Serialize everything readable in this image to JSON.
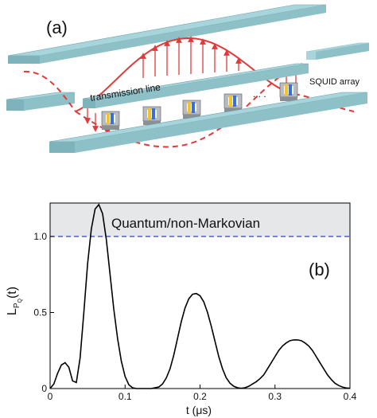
{
  "panel_a": {
    "label": "(a)",
    "label_transmission": "transmission line",
    "label_squid": "SQUID array",
    "dots": ". . .",
    "colors": {
      "bar_top": "#a8d4db",
      "bar_side": "#7fb3bb",
      "field": "#e23a3a",
      "squid_gray": "#8a8f94",
      "squid_yellow": "#f1c232",
      "squid_blue": "#3b6fd1"
    }
  },
  "panel_b": {
    "label": "(b)",
    "region_label": "Quantum/non-Markovian",
    "colors": {
      "curve": "#000000",
      "threshold": "#2a3fcc",
      "region": "#e6e7e9"
    }
  },
  "chart_data": {
    "type": "line",
    "title": "",
    "xlabel": "t (μs)",
    "ylabel": "L_PQ(t)",
    "xlim": [
      0,
      0.4
    ],
    "ylim": [
      0,
      1.22
    ],
    "xticks": [
      0,
      0.1,
      0.2,
      0.3,
      0.4
    ],
    "xtick_labels": [
      "0",
      "0.1",
      "0.2",
      "0.3",
      "0.4"
    ],
    "yticks": [
      0,
      0.5,
      1.0
    ],
    "ytick_labels": [
      "0",
      "0.5",
      "1.0"
    ],
    "threshold": 1.0,
    "shaded_region": [
      1.0,
      1.22
    ],
    "grid": false,
    "series": [
      {
        "x": [
          0,
          0.005,
          0.01,
          0.015,
          0.02,
          0.025,
          0.03,
          0.035,
          0.04,
          0.045,
          0.05,
          0.055,
          0.06,
          0.065,
          0.07,
          0.075,
          0.08,
          0.085,
          0.09,
          0.095,
          0.1,
          0.105,
          0.11,
          0.115,
          0.12,
          0.125,
          0.13,
          0.135,
          0.14,
          0.145,
          0.15,
          0.155,
          0.16,
          0.165,
          0.17,
          0.175,
          0.18,
          0.185,
          0.19,
          0.195,
          0.2,
          0.205,
          0.21,
          0.215,
          0.22,
          0.225,
          0.23,
          0.235,
          0.24,
          0.245,
          0.25,
          0.255,
          0.26,
          0.265,
          0.27,
          0.275,
          0.28,
          0.285,
          0.29,
          0.295,
          0.3,
          0.305,
          0.31,
          0.315,
          0.32,
          0.325,
          0.33,
          0.335,
          0.34,
          0.345,
          0.35,
          0.355,
          0.36,
          0.365,
          0.37,
          0.375,
          0.38,
          0.385,
          0.39,
          0.395,
          0.4
        ],
        "y": [
          0,
          0.03,
          0.1,
          0.155,
          0.17,
          0.14,
          0.05,
          0.04,
          0.2,
          0.5,
          0.82,
          1.05,
          1.18,
          1.21,
          1.15,
          0.98,
          0.75,
          0.52,
          0.33,
          0.18,
          0.08,
          0.025,
          0.005,
          0,
          0,
          0,
          0,
          0,
          0.005,
          0.01,
          0.03,
          0.07,
          0.13,
          0.22,
          0.33,
          0.44,
          0.53,
          0.59,
          0.62,
          0.625,
          0.61,
          0.57,
          0.5,
          0.41,
          0.31,
          0.21,
          0.13,
          0.07,
          0.035,
          0.015,
          0.005,
          0.002,
          0.005,
          0.015,
          0.03,
          0.045,
          0.065,
          0.09,
          0.13,
          0.17,
          0.21,
          0.25,
          0.28,
          0.3,
          0.315,
          0.32,
          0.32,
          0.315,
          0.3,
          0.28,
          0.25,
          0.21,
          0.17,
          0.13,
          0.09,
          0.06,
          0.035,
          0.02,
          0.01,
          0.004,
          0.002
        ]
      }
    ]
  }
}
